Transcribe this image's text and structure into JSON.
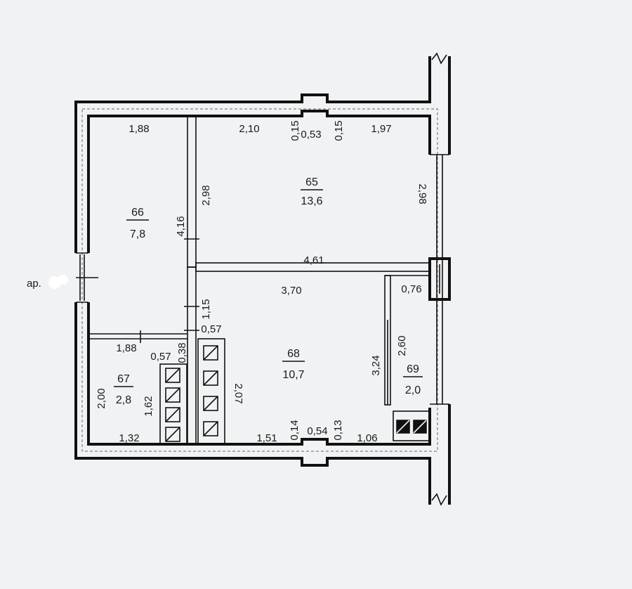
{
  "plan_label": "ар.",
  "rooms": [
    {
      "number": "65",
      "area": "13,6"
    },
    {
      "number": "66",
      "area": "7,8"
    },
    {
      "number": "67",
      "area": "2,8"
    },
    {
      "number": "68",
      "area": "10,7"
    },
    {
      "number": "69",
      "area": "2,0"
    }
  ],
  "dimensions": {
    "top_left": "1,88",
    "top_mid": "2,10",
    "top_a": "0,15",
    "top_b": "0,53",
    "top_c": "0,15",
    "top_right": "1,97",
    "right_height": "2,98",
    "room65_height": "2,98",
    "room66_height": "4,16",
    "corridor_width": "4,61",
    "room68_width": "3,70",
    "room69_width": "0,76",
    "wall_stub": "1,15",
    "vent_width": "0,57",
    "room67_width": "1,88",
    "room67_vent_a": "0,57",
    "room67_vent_b": "0,38",
    "room67_height": "2,00",
    "room67_inner": "1,62",
    "room67_bottom": "1,32",
    "vent_height": "2,07",
    "room68_height": "3,24",
    "room69_height": "2,60",
    "bottom_a": "1,51",
    "bottom_b": "0,14",
    "bottom_c": "0,54",
    "bottom_d": "0,13",
    "bottom_e": "1,06"
  }
}
